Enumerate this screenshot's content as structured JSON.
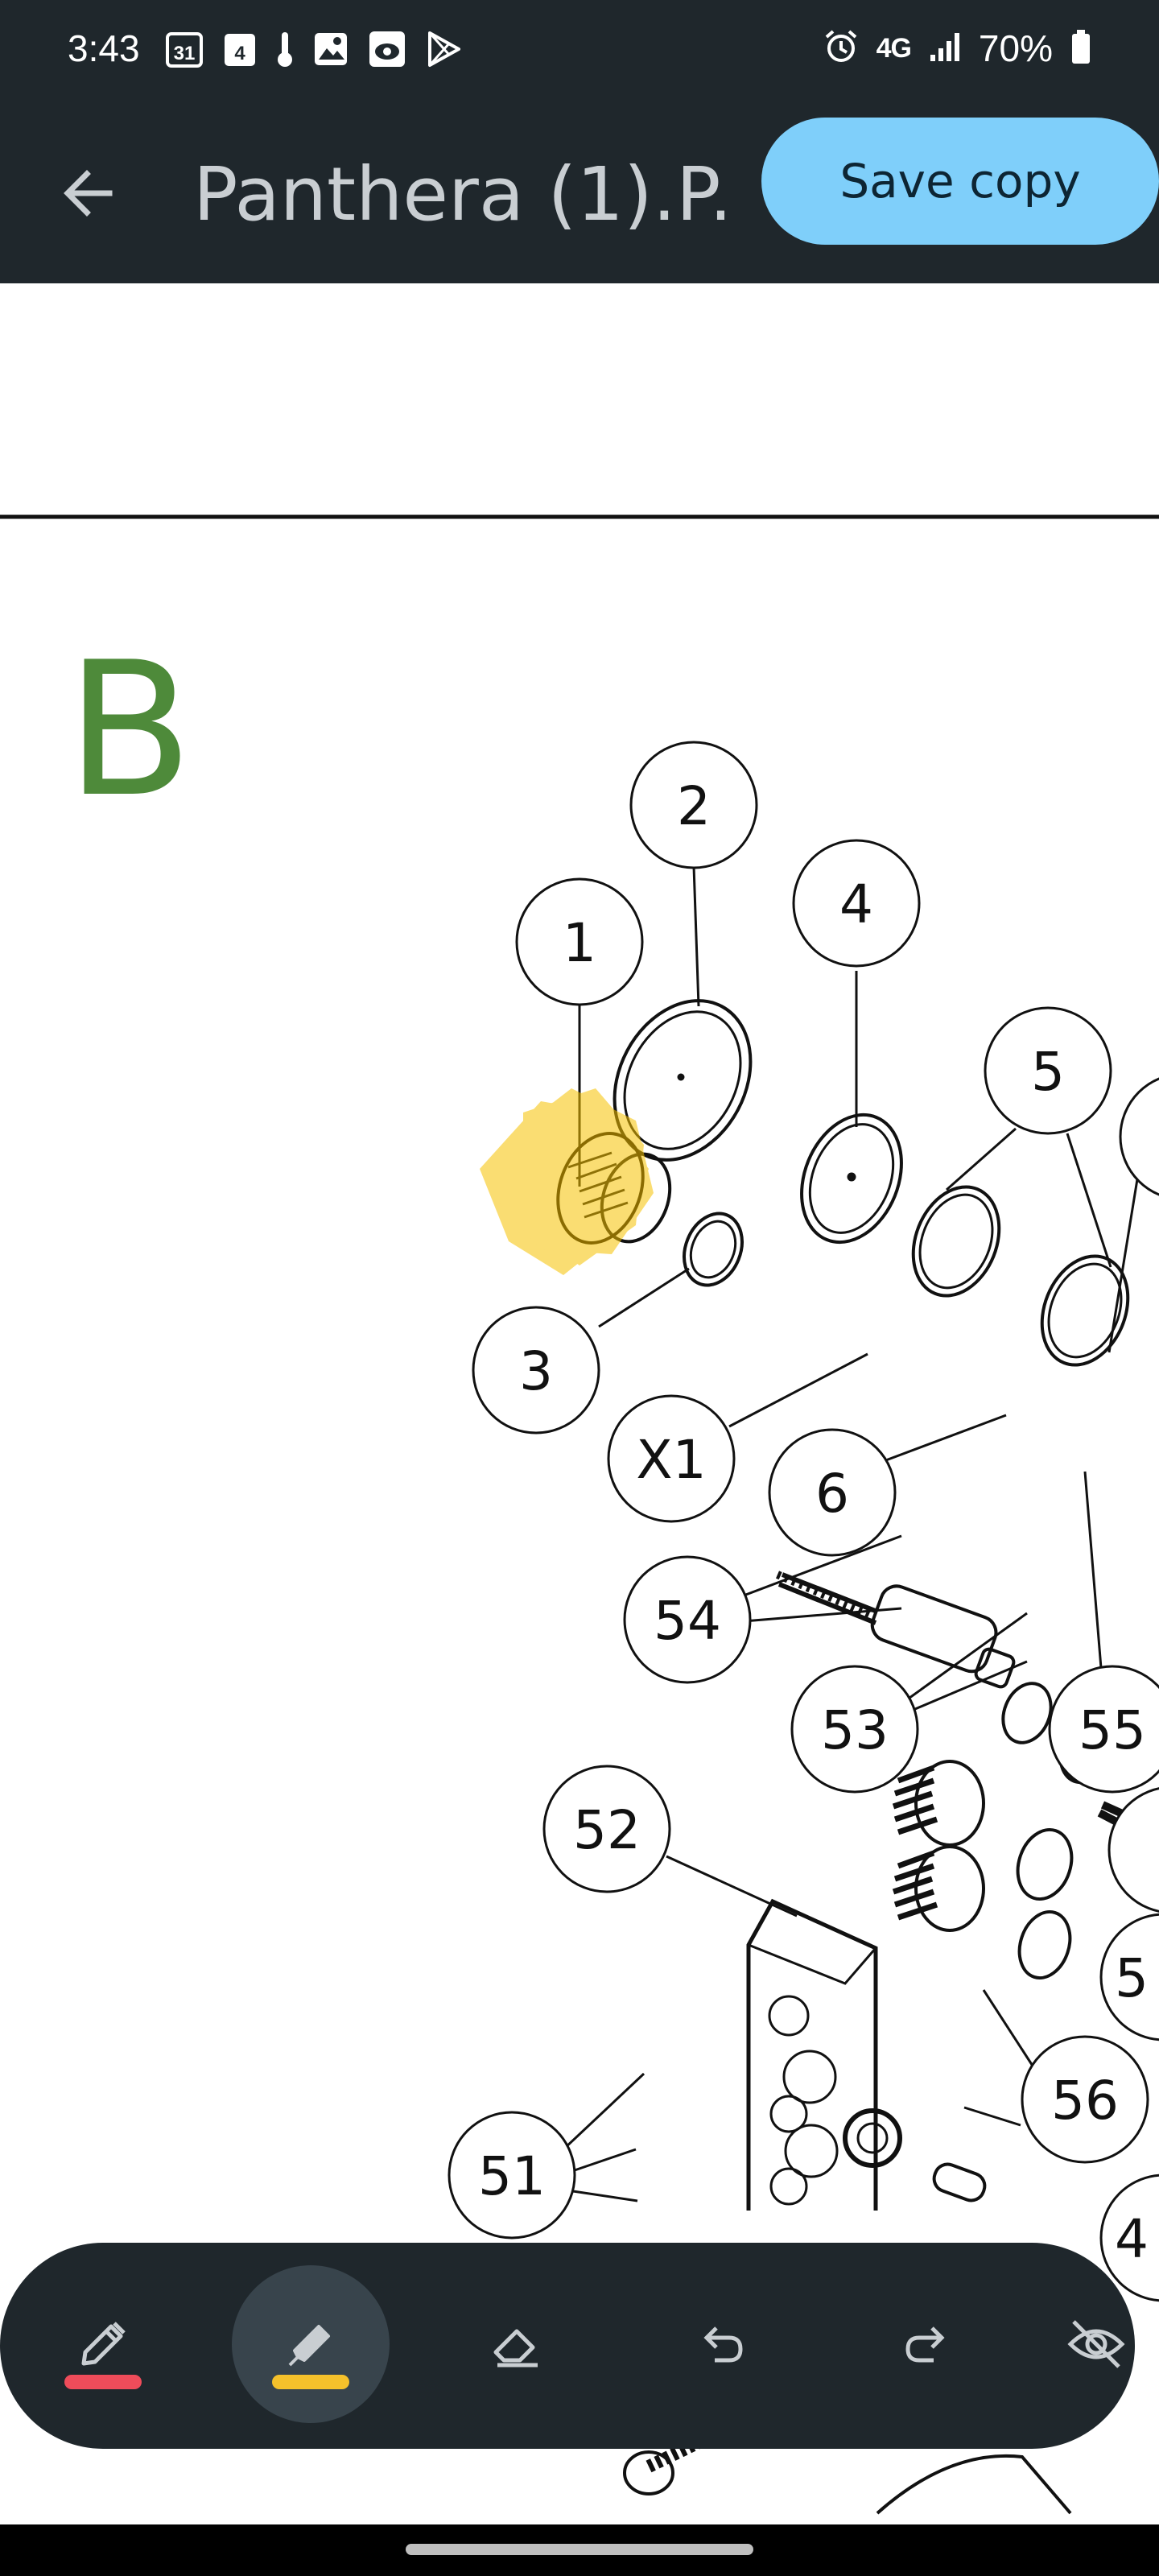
{
  "status_bar": {
    "time": "3:43",
    "left_icons": [
      "calendar-31-icon",
      "calendar-4-icon",
      "thermometer-icon",
      "gallery-icon",
      "eye-app-icon",
      "play-store-icon"
    ],
    "calendar_day_a": "31",
    "calendar_day_b": "4",
    "network": "4G",
    "battery": "70%"
  },
  "app_bar": {
    "title": "Panthera (1).P...",
    "save_label": "Save copy"
  },
  "document": {
    "section_letter": "B",
    "balloons": [
      "2",
      "1",
      "4",
      "5",
      "3",
      "X1",
      "6",
      "54",
      "53",
      "55",
      "52",
      "56",
      "51",
      "5",
      "4"
    ]
  },
  "toolbar": {
    "tools": [
      "pen-tool",
      "highlighter-tool",
      "eraser-tool",
      "undo",
      "redo",
      "hide-annotations"
    ],
    "active_tool": "highlighter-tool",
    "pen_color": "#ef4c5a",
    "highlighter_color": "#f5c12b"
  }
}
